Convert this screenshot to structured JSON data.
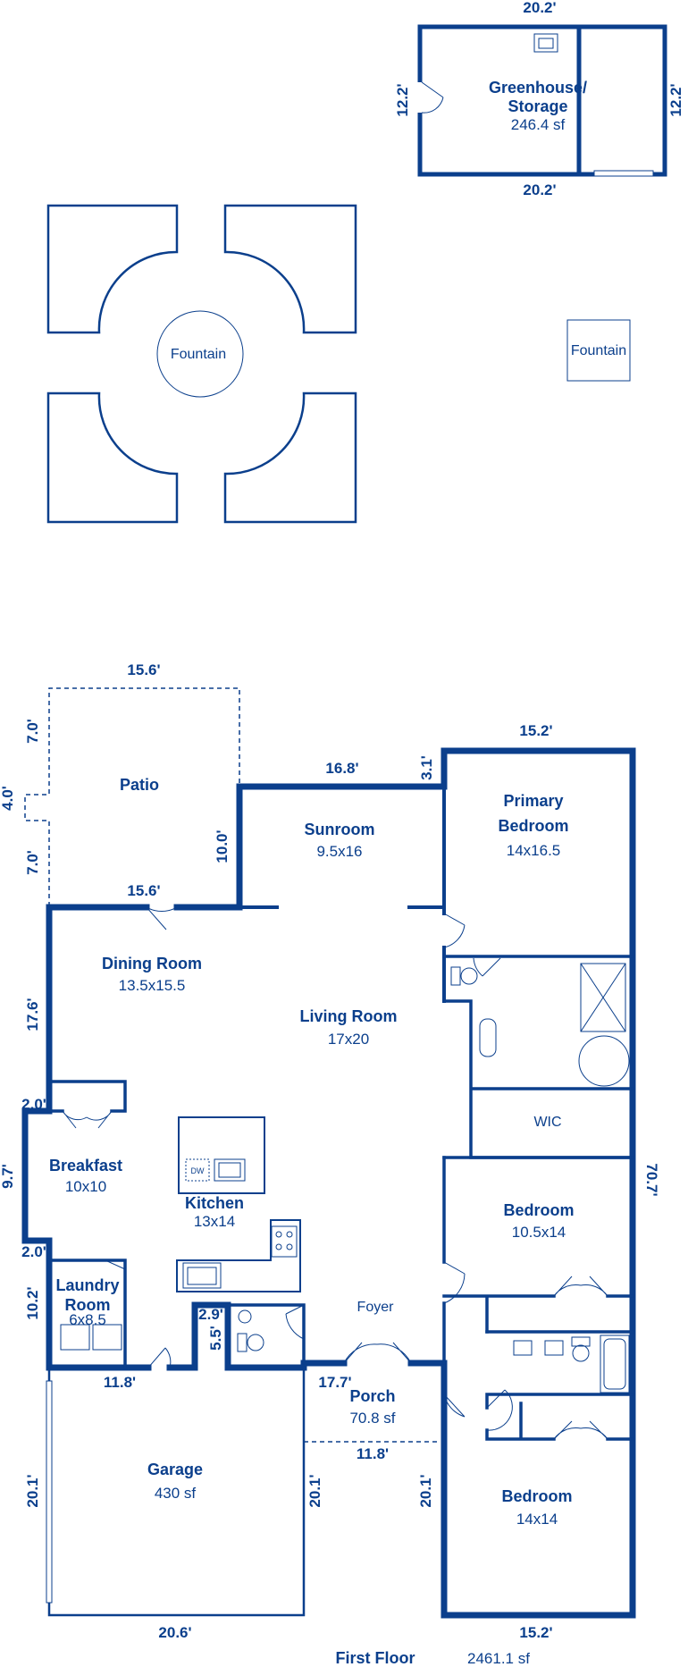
{
  "greenhouse": {
    "name": "Greenhouse/",
    "name2": "Storage",
    "area": "246.4 sf",
    "dim_top": "20.2'",
    "dim_bottom": "20.2'",
    "dim_left": "12.2'",
    "dim_right": "12.2'"
  },
  "fountains": {
    "large": "Fountain",
    "small": "Fountain"
  },
  "patio": {
    "name": "Patio",
    "dim_top": "15.6'",
    "dim_bottom": "15.6'",
    "dim_left_a": "7.0'",
    "dim_left_b": "4.0'",
    "dim_left_c": "7.0'",
    "dim_right": "10.0'"
  },
  "rooms": {
    "sunroom": {
      "name": "Sunroom",
      "size": "9.5x16",
      "dim_top": "16.8'",
      "dim_step": "3.1'"
    },
    "primary_bedroom": {
      "name": "Primary",
      "name2": "Bedroom",
      "size": "14x16.5",
      "dim_top": "15.2'"
    },
    "dining_room": {
      "name": "Dining Room",
      "size": "13.5x15.5",
      "dim_left": "17.6'"
    },
    "living_room": {
      "name": "Living Room",
      "size": "17x20"
    },
    "wic": {
      "name": "WIC"
    },
    "breakfast": {
      "name": "Breakfast",
      "size": "10x10",
      "dim_a": "2.0'",
      "dim_b": "9.7'",
      "dim_c": "2.0'"
    },
    "kitchen": {
      "name": "Kitchen",
      "size": "13x14",
      "dw": "DW"
    },
    "bedroom1": {
      "name": "Bedroom",
      "size": "10.5x14"
    },
    "laundry": {
      "name": "Laundry",
      "name2": "Room",
      "size": "6x8.5",
      "dim_left": "10.2'"
    },
    "half_bath": {
      "dim_w": "2.9'",
      "dim_h": "5.5'"
    },
    "foyer": {
      "name": "Foyer"
    },
    "porch": {
      "name": "Porch",
      "area": "70.8 sf",
      "dim_top": "17.7'",
      "dim_bottom": "11.8'"
    },
    "garage": {
      "name": "Garage",
      "area": "430 sf",
      "dim_top": "11.8'",
      "dim_left": "20.1'",
      "dim_right": "20.1'",
      "dim_bottom": "20.6'"
    },
    "bedroom2": {
      "name": "Bedroom",
      "size": "14x14",
      "dim_left": "20.1'",
      "dim_bottom": "15.2'"
    },
    "right_wall": {
      "dim": "70.7'"
    }
  },
  "footer": {
    "floor": "First Floor",
    "area": "2461.1 sf"
  }
}
